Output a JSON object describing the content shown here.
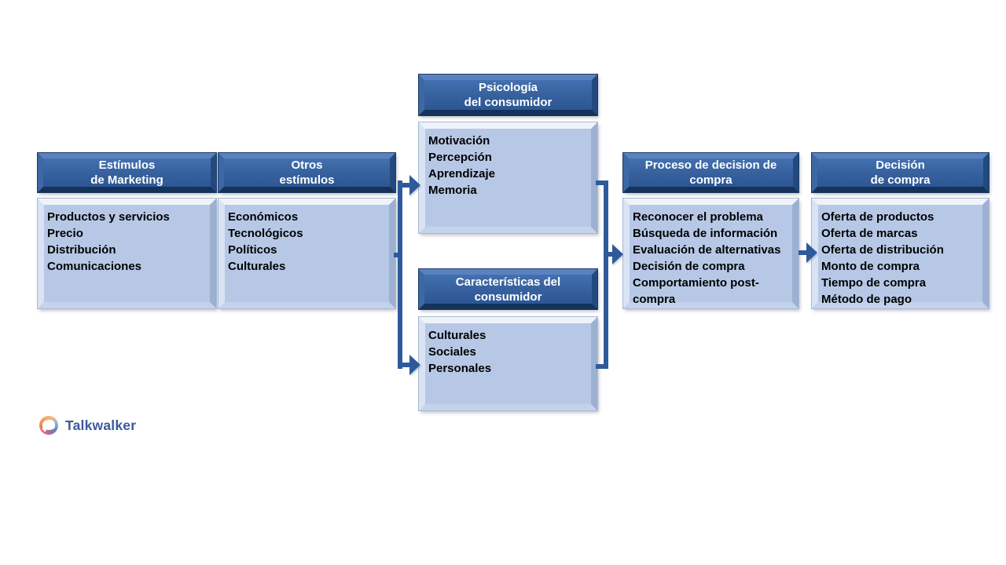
{
  "diagram": {
    "columns": [
      {
        "id": "estimulos-marketing",
        "header_lines": [
          "Estímulos",
          "de Marketing"
        ],
        "items": [
          "Productos y servicios",
          "Precio",
          "Distribución",
          "Comunicaciones"
        ]
      },
      {
        "id": "otros-estimulos",
        "header_lines": [
          "Otros",
          "estímulos"
        ],
        "items": [
          "Económicos",
          "Tecnológicos",
          "Políticos",
          "Culturales"
        ]
      },
      {
        "id": "psicologia-consumidor",
        "header_lines": [
          "Psicología",
          "del consumidor"
        ],
        "items": [
          "Motivación",
          "Percepción",
          "Aprendizaje",
          "Memoria"
        ]
      },
      {
        "id": "caracteristicas-consumidor",
        "header_lines": [
          "Características del",
          "consumidor"
        ],
        "items": [
          "Culturales",
          "Sociales",
          "Personales"
        ]
      },
      {
        "id": "proceso-decision-compra",
        "header_lines": [
          "Proceso de decision de",
          "compra"
        ],
        "items": [
          "Reconocer el problema",
          "Búsqueda de información",
          "Evaluación  de alternativas",
          "Decisión de compra",
          "Comportamiento post-compra"
        ]
      },
      {
        "id": "decision-compra",
        "header_lines": [
          "Decisión",
          "de compra"
        ],
        "items": [
          "Oferta de productos",
          "Oferta de marcas",
          "Oferta de distribución",
          "Monto de compra",
          "Tiempo de compra",
          "Método de pago"
        ]
      }
    ],
    "colors": {
      "header_blue": "#35609F",
      "header_dark_edge": "#16325A",
      "box_blue": "#B7C8E6",
      "connector_blue": "#2E5A9C",
      "logo_text_color": "#3C5A9B"
    }
  },
  "logo": {
    "text": "Talkwalker"
  }
}
